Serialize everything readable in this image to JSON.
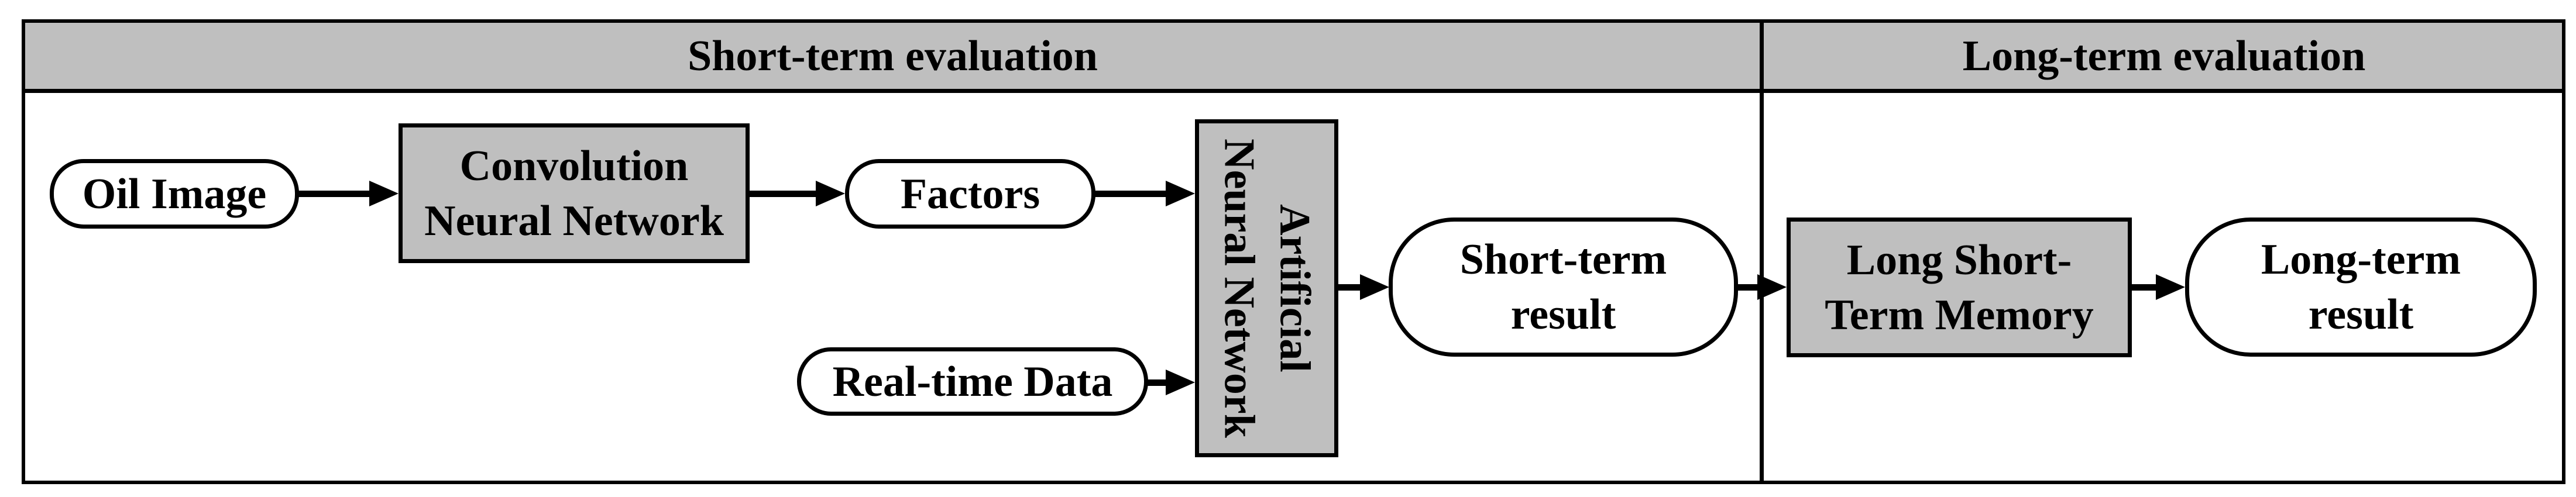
{
  "sections": {
    "short_term": {
      "label": "Short-term evaluation"
    },
    "long_term": {
      "label": "Long-term evaluation"
    }
  },
  "nodes": {
    "oil_image": {
      "label": "Oil Image",
      "shape": "rounded-pill",
      "fill": "#ffffff"
    },
    "cnn": {
      "lines": [
        "Convolution",
        "Neural Network"
      ],
      "shape": "rectangle",
      "fill": "#bfbfbf"
    },
    "factors": {
      "label": "Factors",
      "shape": "rounded-pill",
      "fill": "#ffffff"
    },
    "ann": {
      "lines": [
        "Artificial",
        "Neural Network"
      ],
      "shape": "rectangle",
      "fill": "#bfbfbf",
      "text_rotation_deg": 90
    },
    "realtime_data": {
      "label": "Real-time Data",
      "shape": "rounded-pill",
      "fill": "#ffffff"
    },
    "short_term_result": {
      "lines": [
        "Short-term",
        "result"
      ],
      "shape": "rounded-pill",
      "fill": "#ffffff"
    },
    "lstm": {
      "lines": [
        "Long Short-",
        "Term Memory"
      ],
      "shape": "rectangle",
      "fill": "#bfbfbf"
    },
    "long_term_result": {
      "lines": [
        "Long-term",
        "result"
      ],
      "shape": "rounded-pill",
      "fill": "#ffffff"
    }
  },
  "edges": [
    {
      "from": "oil_image",
      "to": "cnn"
    },
    {
      "from": "cnn",
      "to": "factors"
    },
    {
      "from": "factors",
      "to": "ann"
    },
    {
      "from": "realtime_data",
      "to": "ann"
    },
    {
      "from": "ann",
      "to": "short_term_result"
    },
    {
      "from": "short_term_result",
      "to": "lstm"
    },
    {
      "from": "lstm",
      "to": "long_term_result"
    }
  ],
  "colors": {
    "background": "#ffffff",
    "line": "#000000",
    "gray_fill": "#bfbfbf",
    "header_fill": "#bfbfbf",
    "text": "#000000"
  }
}
